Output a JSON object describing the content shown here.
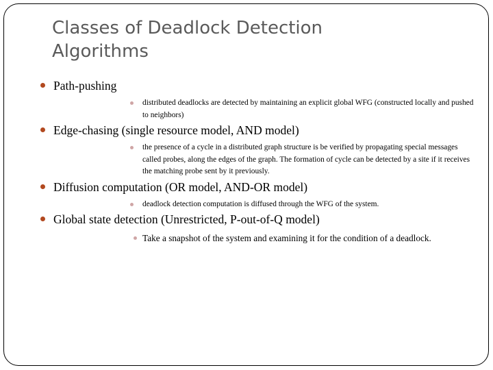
{
  "slide": {
    "title": "Classes of Deadlock Detection Algorithms",
    "background_color": "#ffffff",
    "title_color": "#5a5a5a",
    "border_color": "#000000",
    "bullet_level1_color": "#b2491f",
    "bullet_level2_color": "#cfa5a5",
    "body_text_color": "#000000"
  },
  "sections": [
    {
      "heading": "Path-pushing",
      "sub": [
        "distributed deadlocks are detected by maintaining an explicit global WFG (constructed locally and pushed to neighbors)"
      ]
    },
    {
      "heading": "Edge-chasing (single resource model, AND model)",
      "sub": [
        "the presence of a cycle in a distributed graph structure is be verified by propagating special messages called probes, along the edges of the graph. The formation of cycle can be detected by a site if it receives the matching probe sent by it previously."
      ]
    },
    {
      "heading": "Diffusion computation (OR model, AND-OR model)",
      "sub": [
        "deadlock detection computation is diffused through the WFG of the system."
      ]
    },
    {
      "heading": "Global state detection (Unrestricted, P-out-of-Q model)",
      "sub": [
        "Take a snapshot of the system and examining it for the condition of a deadlock."
      ]
    }
  ]
}
